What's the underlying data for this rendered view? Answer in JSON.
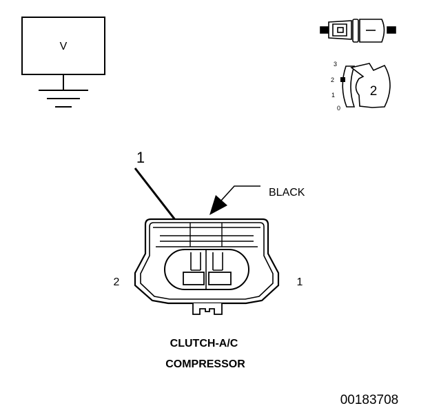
{
  "meter": {
    "label": "V"
  },
  "scale": {
    "ticks": [
      "3",
      "2",
      "1",
      "0"
    ],
    "selected": "2"
  },
  "connector": {
    "callout": "1",
    "color_label": "BLACK",
    "pin_left": "2",
    "pin_right": "1",
    "name_line1": "CLUTCH-A/C",
    "name_line2": "COMPRESSOR"
  },
  "figure_id": "00183708"
}
